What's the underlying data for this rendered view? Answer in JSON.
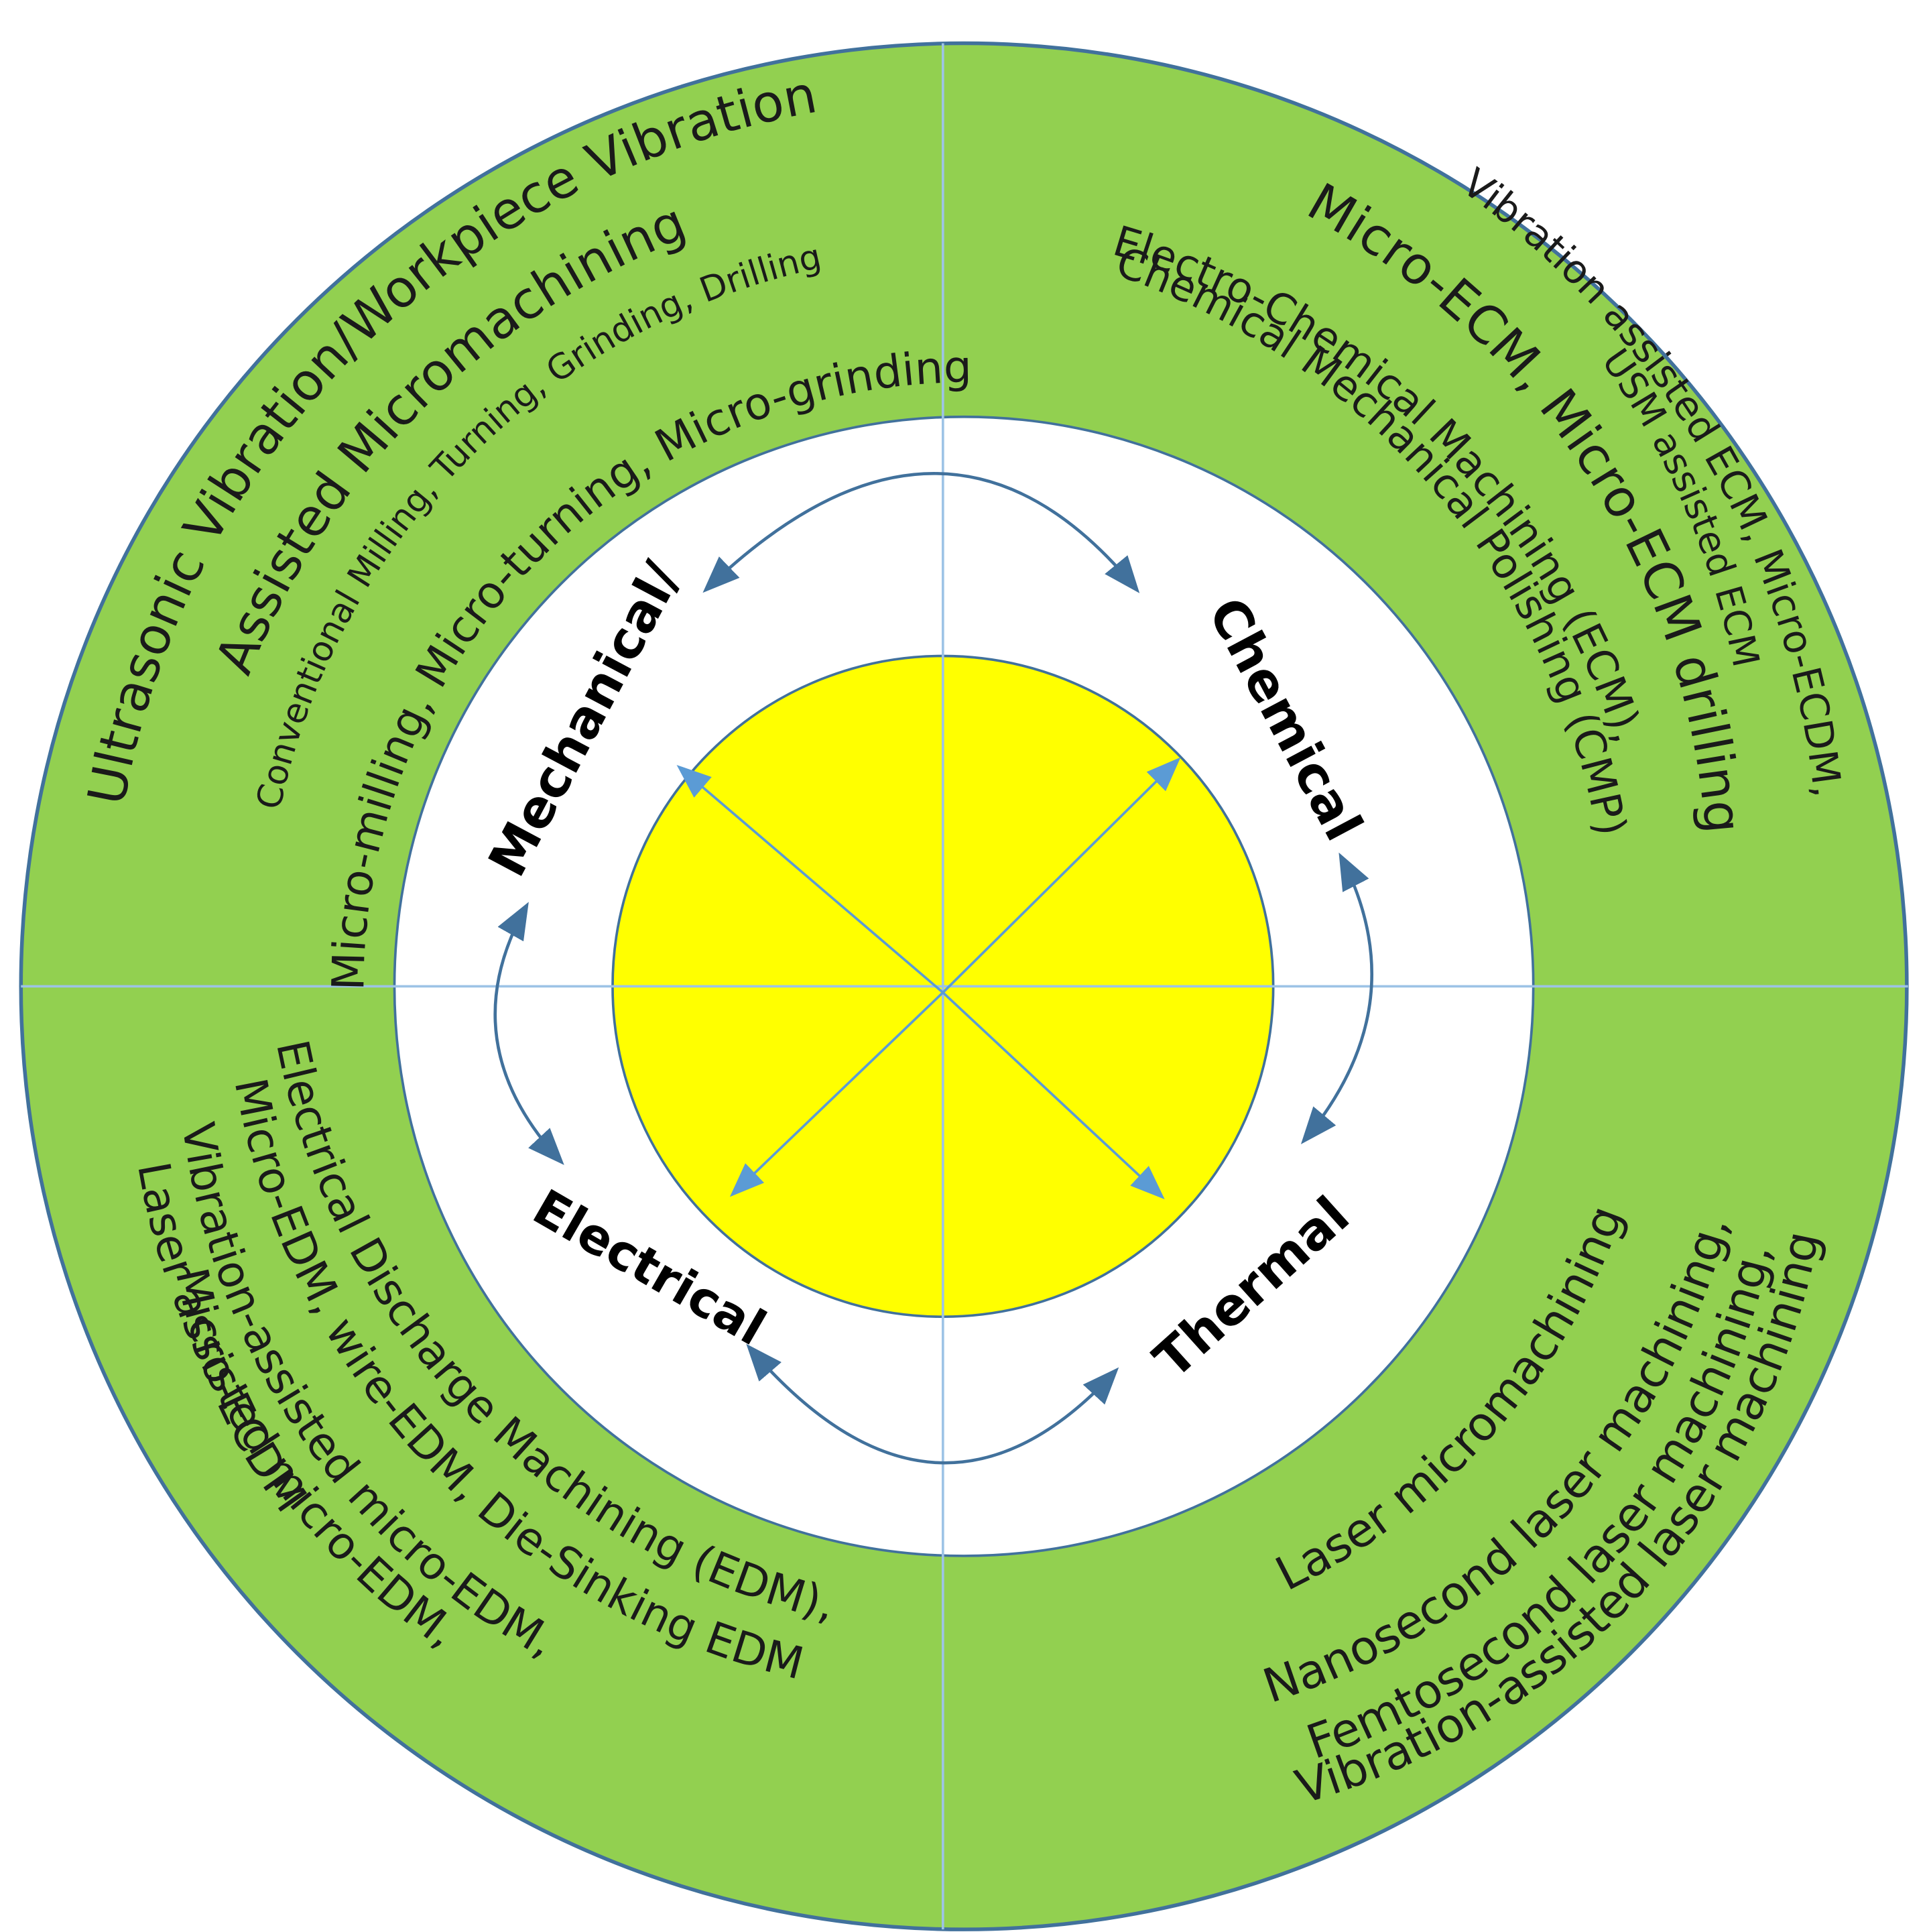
{
  "colors": {
    "outer_ring": "#92d050",
    "inner_disc": "#ffff00",
    "middle_ring": "#ffffff",
    "outline": "#41719c",
    "divider": "#9dc3e6",
    "arrow_curve": "#41719c",
    "arrow_radial": "#5b9bd5"
  },
  "categories": {
    "mechanical": "Mechanical/",
    "chemical": "Chemical",
    "thermal": "Thermal",
    "electrical": "Electrical"
  },
  "quadrants": {
    "top_left": {
      "lines": [
        "Ultrasonic Vibration/Workpiece Vibration",
        "Assisted Micromachining",
        "Conventional Milling, Turning, Grinding, Drilling",
        "Micro-milling, Micro-turning, Micro-grinding"
      ]
    },
    "top_right": {
      "lines": [
        "Vibration assisted ECM, Micro-ECDM,",
        "USM assisted ECM",
        "Micro-ECM, Micro-ECM drilling",
        "Electro-Chemical Machining (ECM),",
        "Chemical Mechanical Polishing (CMP)"
      ]
    },
    "bottom_left": {
      "lines": [
        "Electrical Discharge Machining (EDM),",
        "Micro-EDM, wire-EDM, Die-Sinking EDM",
        "Vibration-assisted micro-EDM,",
        "Laser assisted micro-EDM,",
        "Micro-ECDM"
      ]
    },
    "bottom_right": {
      "lines": [
        "Laser micromachining",
        "Nanosecond laser machining,",
        "Femtosecond laser machining,",
        "Vibration-assisted laser machining"
      ]
    }
  }
}
